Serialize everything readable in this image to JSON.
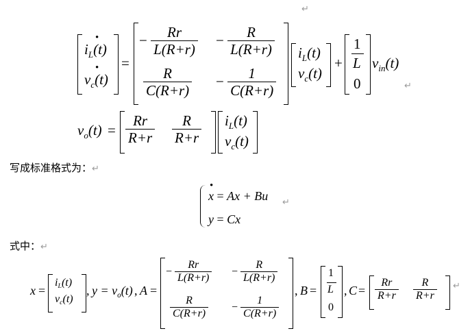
{
  "return_mark": "↵",
  "text": {
    "standard_form_intro": "写成标准格式为：",
    "where": "式中："
  },
  "sym": {
    "eq": "=",
    "plus": "+",
    "minus": "−",
    "comma": ",",
    "one": "1",
    "zero": "0",
    "L": "L",
    "num_Rr": "Rr",
    "num_R": "R",
    "den_LRr": "L(R+r)",
    "den_CRr": "C(R+r)",
    "den_Rplusr": "R+r",
    "iL": "i",
    "iL_sub": "L",
    "vc": "v",
    "vc_sub": "c",
    "vo": "v",
    "vo_sub": "o",
    "vin": "v",
    "vin_sub": "in",
    "t": "(t)",
    "dot": "•",
    "x": "x",
    "y": "y",
    "A": "A",
    "B": "B",
    "C": "C",
    "Ax_Bu": "Ax + Bu",
    "Cx": "Cx",
    "y_eq_vo": "y = v"
  }
}
